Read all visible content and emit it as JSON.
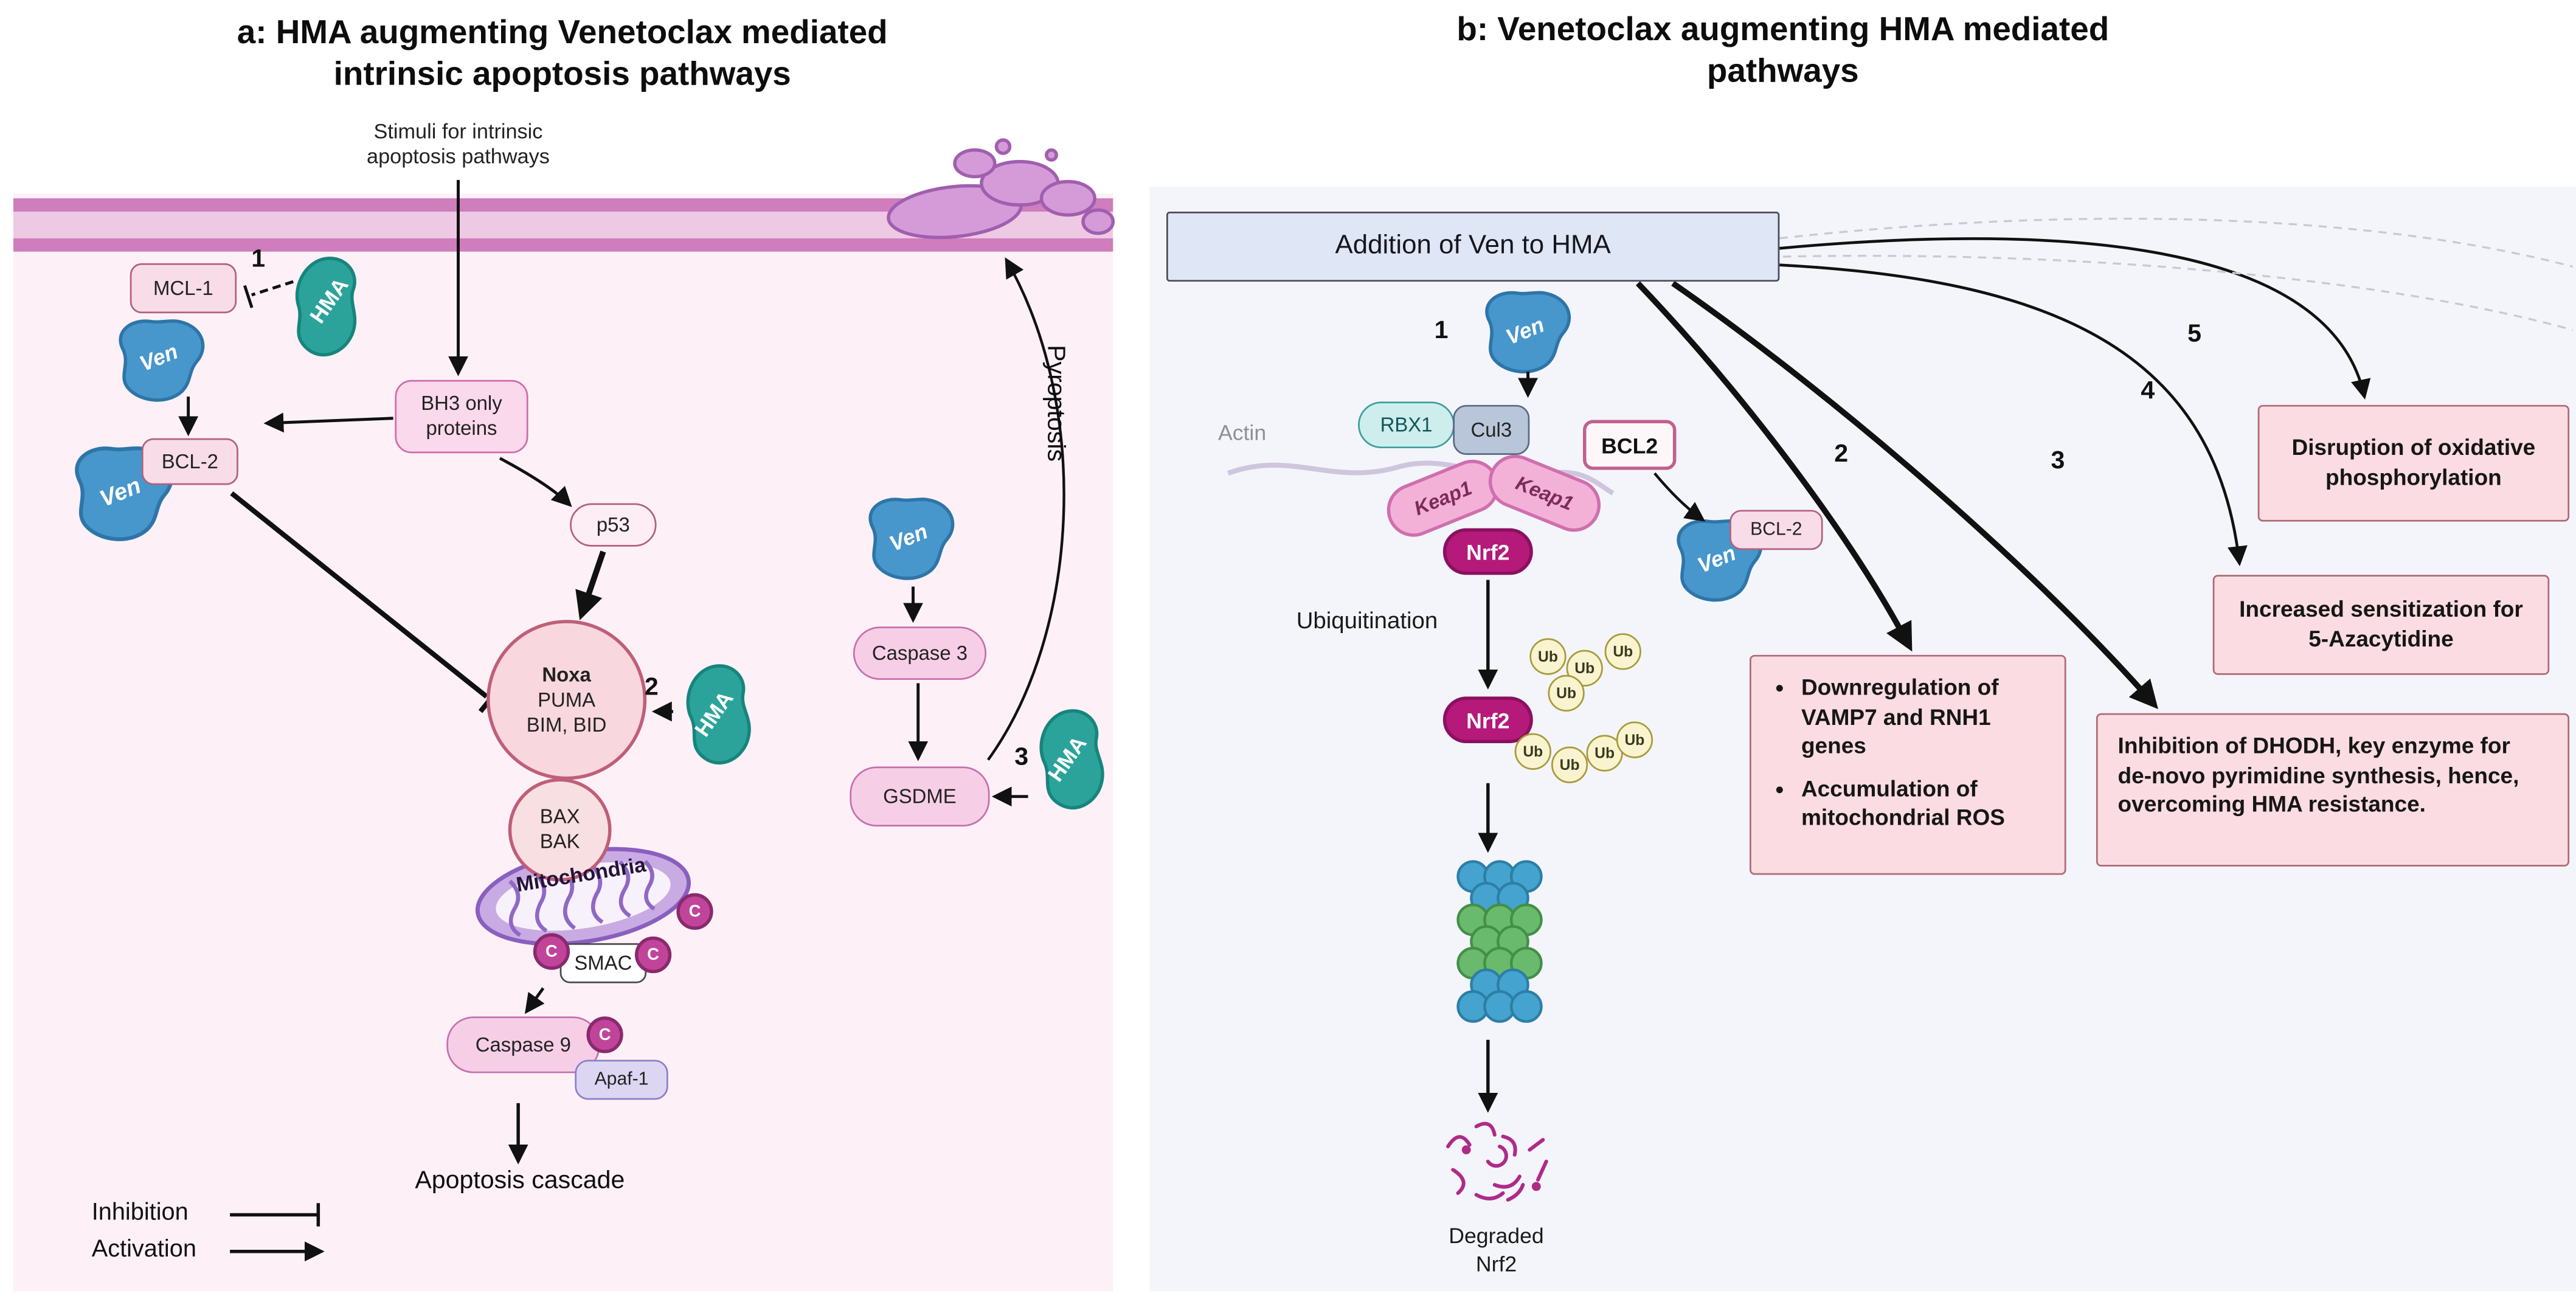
{
  "panel_a": {
    "title1": "a: HMA augmenting Venetoclax mediated",
    "title2": "intrinsic apoptosis  pathways",
    "stimuli1": "Stimuli for intrinsic",
    "stimuli2": "apoptosis pathways",
    "mcl1": "MCL-1",
    "hma": "HMA",
    "ven": "Ven",
    "bcl2": "BCL-2",
    "bh3_1": "BH3 only",
    "bh3_2": "proteins",
    "p53": "p53",
    "noxa1": "Noxa",
    "noxa2": "PUMA",
    "noxa3": "BIM, BID",
    "bax": "BAX",
    "bak": "BAK",
    "mitochondria": "Mitochondria",
    "smac": "SMAC",
    "cytc": "C",
    "caspase9": "Caspase 9",
    "apaf1": "Apaf-1",
    "apoptosis": "Apoptosis cascade",
    "caspase3": "Caspase 3",
    "gsdme": "GSDME",
    "pyroptosis": "Pyroptosis",
    "n1": "1",
    "n2": "2",
    "n3": "3",
    "legend_inhibition": "Inhibition",
    "legend_activation": "Activation"
  },
  "panel_b": {
    "title1": "b: Venetoclax augmenting HMA mediated",
    "title2": "pathways",
    "header": "Addition of Ven to HMA",
    "ven": "Ven",
    "rbx1": "RBX1",
    "cul3": "Cul3",
    "bcl2_complex": "BCL2",
    "keap1": "Keap1",
    "nrf2": "Nrf2",
    "actin": "Actin",
    "bcl2_released": "BCL-2",
    "ubiquitination": "Ubiquitination",
    "ub": "Ub",
    "degraded1": "Degraded",
    "degraded2": "Nrf2",
    "n1": "1",
    "n2": "2",
    "n3": "3",
    "n4": "4",
    "n5": "5",
    "outcome2_b1": "Downregulation of VAMP7 and RNH1 genes",
    "outcome2_b2": "Accumulation of mitochondrial ROS",
    "outcome3": "Inhibition of DHODH, key enzyme for de-novo pyrimidine synthesis, hence, overcoming HMA resistance.",
    "outcome4": "Increased sensitization for 5-Azacytidine",
    "outcome5": "Disruption of oxidative phosphorylation"
  },
  "colors": {
    "ven_blue": "#4796cc",
    "hma_teal": "#2ba39b",
    "nrf2_magenta": "#b5197a",
    "membrane_pink": "#cf7dbd",
    "panel_a_bg": "#fdf1f7",
    "panel_b_bg": "#f3f5fb",
    "outcome_fill": "#fbdce2",
    "outcome_border": "#b06a74",
    "node_pink_fill": "#f8dde9",
    "node_pink_border": "#b3607e",
    "ub_yellow": "#faf3cf",
    "proteasome_teal": "#44a3cf",
    "proteasome_green": "#69ba6d",
    "cytc_magenta": "#c0459a",
    "mitochondria_purple": "#c9abe3"
  }
}
